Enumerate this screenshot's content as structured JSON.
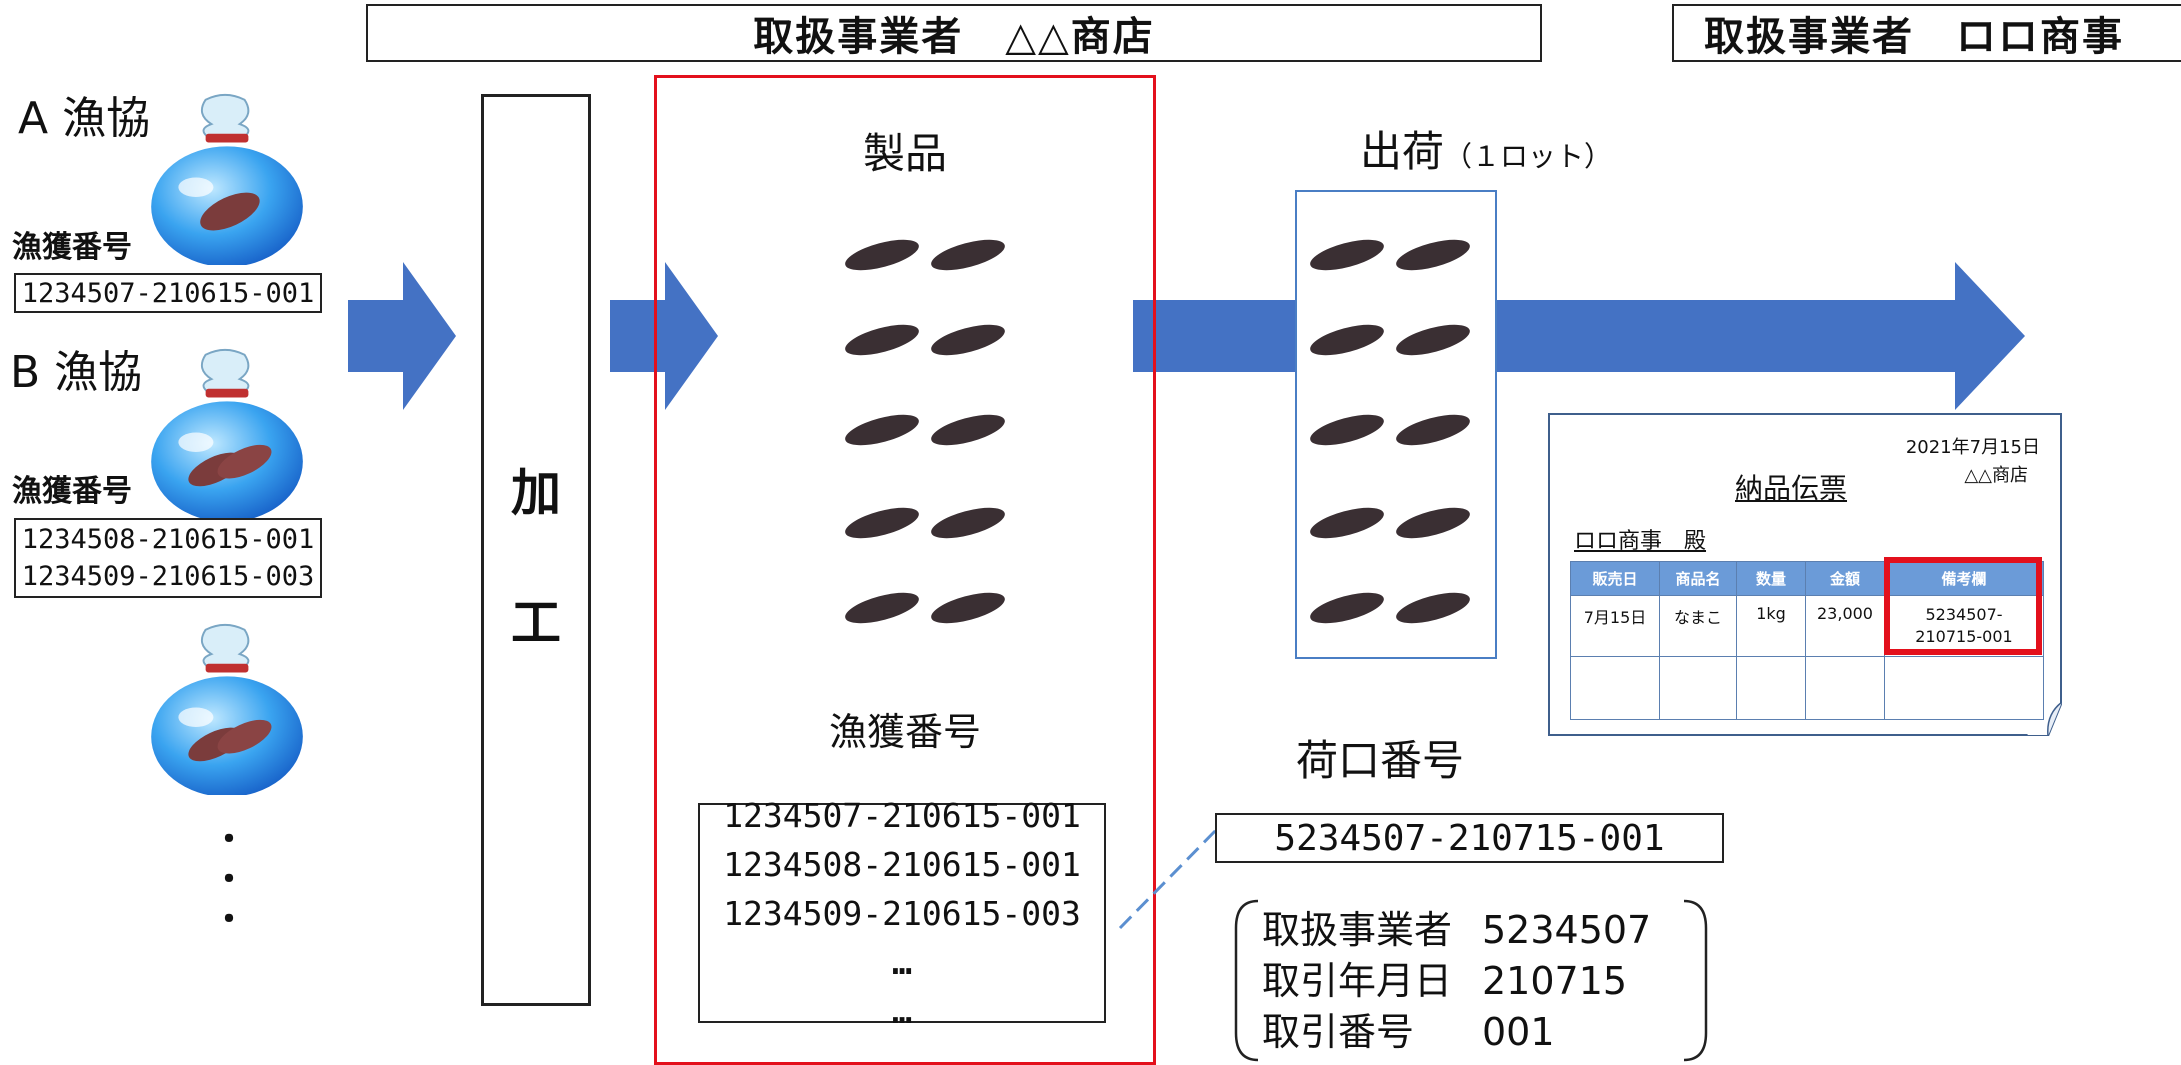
{
  "headers": {
    "left": "取扱事業者　△△商店",
    "right": "取扱事業者　ロロ商事"
  },
  "sources": [
    {
      "name": "A 漁協",
      "catch_label": "漁獲番号",
      "numbers": [
        "1234507-210615-001"
      ]
    },
    {
      "name": "B 漁協",
      "catch_label": "漁獲番号",
      "numbers": [
        "1234508-210615-001",
        "1234509-210615-003"
      ]
    }
  ],
  "source_ellipsis": "・\n・\n・",
  "processing": {
    "char1": "加",
    "char2": "工"
  },
  "product": {
    "title": "製品",
    "catch_label": "漁獲番号",
    "numbers": [
      "1234507-210615-001",
      "1234508-210615-001",
      "1234509-210615-003"
    ],
    "ellipsis1": "…",
    "ellipsis2": "…"
  },
  "shipment": {
    "title": "出荷",
    "subtitle": "（１ロット）"
  },
  "lot": {
    "label": "荷口番号",
    "number": "5234507-210715-001",
    "breakdown": [
      {
        "key": "取扱事業者",
        "value": "5234507"
      },
      {
        "key": "取引年月日",
        "value": "210715"
      },
      {
        "key": "取引番号",
        "value": "001"
      }
    ]
  },
  "invoice": {
    "date": "2021年7月15日",
    "issuer": "△△商店",
    "title": "納品伝票",
    "recipient": "ロロ商事　殿",
    "columns": [
      "販売日",
      "商品名",
      "数量",
      "金額",
      "備考欄"
    ],
    "rows": [
      [
        "7月15日",
        "なまこ",
        "1kg",
        "23,000",
        "5234507-\n210715-001"
      ],
      [
        "",
        "",
        "",
        "",
        ""
      ]
    ]
  },
  "colors": {
    "arrow": "#4472c4",
    "highlight_red": "#e3101c",
    "shipment_border": "#4a7ec4",
    "invoice_header": "#6b9bd8"
  }
}
